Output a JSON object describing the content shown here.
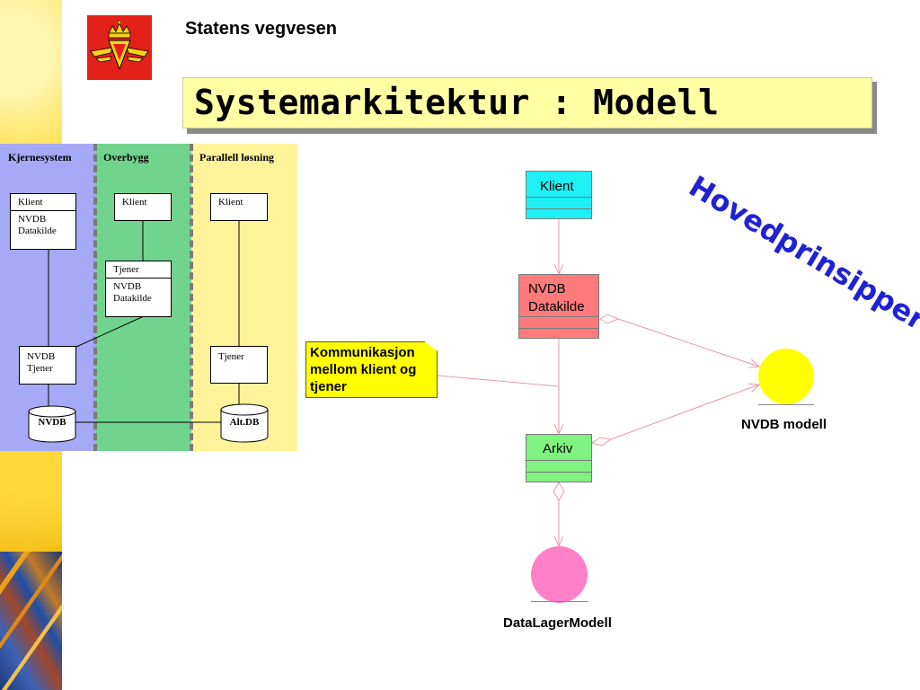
{
  "header": {
    "org_name": "Statens vegvesen",
    "title": "Systemarkitektur : Modell",
    "stamp": "Hovedprinsipper"
  },
  "left_diagram": {
    "panels": [
      {
        "title": "Kjernesystem"
      },
      {
        "title": "Overbygg"
      },
      {
        "title": "Parallell løsning"
      }
    ],
    "kjerne_klient_box": {
      "top": "Klient",
      "bottom": "NVDB\nDatakilde"
    },
    "kjerne_tjener_box": "NVDB\nTjener",
    "kjerne_db": "NVDB",
    "overbygg_klient": "Klient",
    "overbygg_tjener_box": {
      "top": "Tjener",
      "bottom": "NVDB\nDatakilde"
    },
    "parallell_klient": "Klient",
    "parallell_tjener": "Tjener",
    "parallell_db": "Alt.DB"
  },
  "right_diagram": {
    "klient": "Klient",
    "nvdb_datakilde": "NVDB\nDatakilde",
    "arkiv": "Arkiv",
    "note": "Kommunikasjon mellom klient og tjener",
    "nvdb_modell": "NVDB modell",
    "datalager_modell": "DataLagerModell"
  },
  "colors": {
    "logo_red": "#e32119",
    "title_bg": "#ffffa3",
    "stamp_blue": "#1f22d4",
    "panel_kjerne": "#a6a9f5",
    "panel_overbygg": "#71d48e",
    "panel_parallell": "#fff39a",
    "klient_cyan": "#1ff0f5",
    "nvdb_red": "#ff7b7b",
    "arkiv_green": "#7ff27f",
    "note_yellow": "#ffff00",
    "nvdb_modell_yellow": "#ffff00",
    "datalager_pink": "#ff80c8"
  },
  "icons": {
    "logo": "norwegian-crown-shield-logo"
  }
}
